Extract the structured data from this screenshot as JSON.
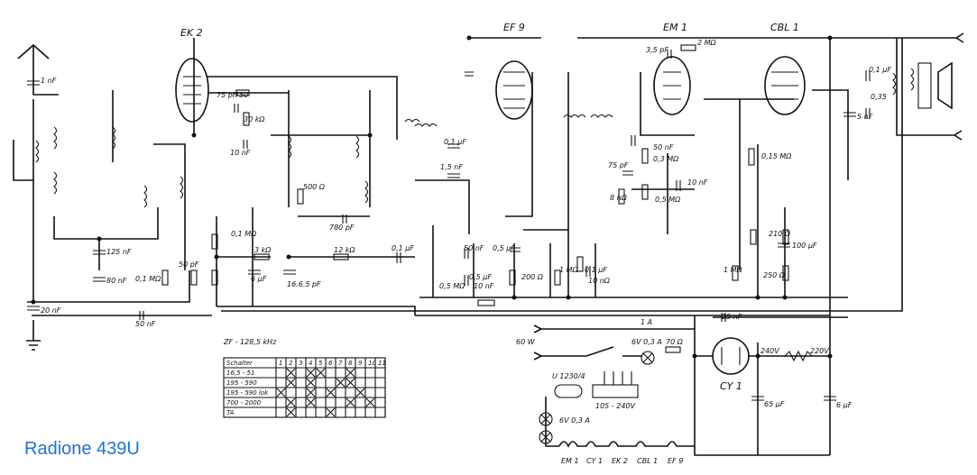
{
  "caption": "Radione 439U",
  "tubes": {
    "ek2": "EK 2",
    "ef9": "EF 9",
    "em1": "EM 1",
    "cbl1": "CBL 1",
    "cy1": "CY 1"
  },
  "component_labels": [
    "1 nF",
    "20 nF",
    "50 nF",
    "125 nF",
    "80 nF",
    "0,1 MΩ",
    "50 pF",
    "75 pF",
    "750",
    "30 kΩ",
    "10 nF",
    "0,1 MΩ",
    "3 kΩ",
    "6 µF",
    "16.6.5 pF",
    "500 Ω",
    "780 pF",
    "12 kΩ",
    "0,1 µF",
    "0,1 µF",
    "1,5 nF",
    "50 nF",
    "0,5 µF",
    "0,5 MΩ",
    "0,5 µF",
    "10 nF",
    "200 Ω",
    "1 MΩ",
    "0,1 µF",
    "10 nΩ",
    "75 pF",
    "8 nΩ",
    "0,5 MΩ",
    "50 nF",
    "0,3 MΩ",
    "3,5 pF",
    "2 MΩ",
    "0,15 MΩ",
    "10 nF",
    "210 Ω",
    "100 µF",
    "250 Ω",
    "1 MΩ",
    "5 nF",
    "0,35",
    "0,1 µF",
    "25 nF",
    "1 A",
    "6V 0,3 A",
    "70 Ω",
    "240V",
    "220V",
    "65 µF",
    "6 µF",
    "60 W",
    "U 1230/4",
    "105 - 240V",
    "6V 0,3 A",
    "ZF - 128,5 kHz"
  ],
  "filament_chain": [
    "EM 1",
    "CY 1",
    "EK 2",
    "CBL 1",
    "EF 9"
  ],
  "switch_table": {
    "header": [
      "Schalter",
      "1",
      "2",
      "3",
      "4",
      "5",
      "6",
      "7",
      "8",
      "9",
      "10",
      "11"
    ],
    "rows": [
      {
        "band": "16,5 - 51",
        "marks": [
          0,
          1,
          0,
          1,
          1,
          0,
          0,
          1,
          0,
          0,
          0
        ]
      },
      {
        "band": "195 - 590",
        "marks": [
          0,
          1,
          0,
          1,
          0,
          0,
          1,
          1,
          0,
          0,
          0
        ]
      },
      {
        "band": "195 - 590 lok",
        "marks": [
          1,
          0,
          0,
          1,
          0,
          1,
          0,
          0,
          1,
          0,
          0
        ]
      },
      {
        "band": "700 - 2000",
        "marks": [
          0,
          1,
          0,
          1,
          0,
          0,
          0,
          1,
          0,
          1,
          0
        ]
      },
      {
        "band": "TA",
        "marks": [
          0,
          1,
          0,
          0,
          0,
          1,
          0,
          0,
          0,
          0,
          0
        ]
      }
    ]
  }
}
